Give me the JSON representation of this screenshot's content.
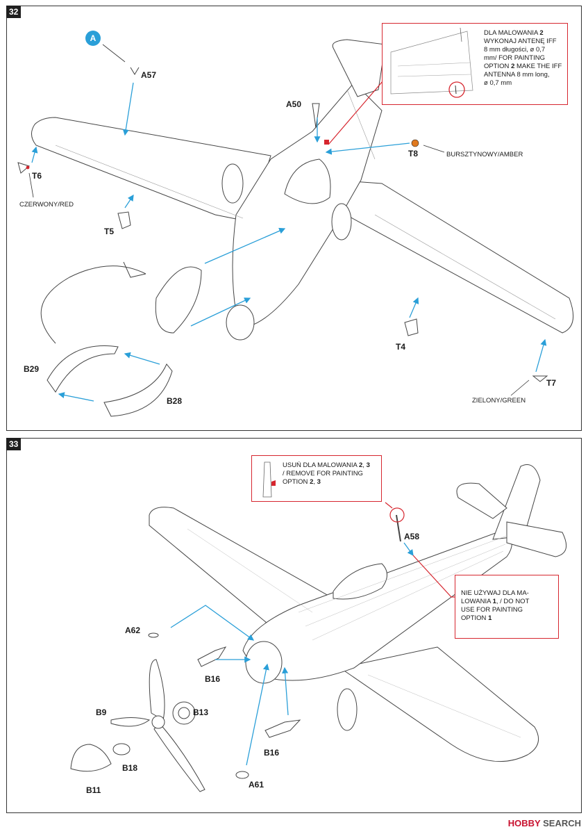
{
  "steps": {
    "step32": {
      "number": "32",
      "callout_A": "A",
      "parts": {
        "A57": "A57",
        "A50": "A50",
        "T8": "T8",
        "T6": "T6",
        "T5": "T5",
        "T4": "T4",
        "T7": "T7",
        "B29": "B29",
        "B28": "B28"
      },
      "colors": {
        "amber": "BURSZTYNOWY/AMBER",
        "red": "CZERWONY/RED",
        "green": "ZIELONY/GREEN"
      },
      "note": {
        "l1a": "DLA MALOWANIA ",
        "l1b": "2",
        "l2": "WYKONAJ ANTENĘ IFF",
        "l3": "8 mm długości, ø 0,7",
        "l4a": "mm/ FOR PAINTING",
        "l5a": "OPTION ",
        "l5b": "2",
        "l5c": " MAKE THE IFF",
        "l6": "ANTENNA   8 mm long,",
        "l7": "ø 0,7 mm"
      }
    },
    "step33": {
      "number": "33",
      "parts": {
        "A58": "A58",
        "A62": "A62",
        "B16a": "B16",
        "B16b": "B16",
        "B9": "B9",
        "B13": "B13",
        "B18": "B18",
        "B11": "B11",
        "A61": "A61"
      },
      "note_remove": {
        "l1a": "USUŃ DLA MALOWANIA ",
        "l1b": "2",
        "l1c": ", ",
        "l1d": "3",
        "l2": "/ REMOVE FOR PAINTING",
        "l3a": "OPTION ",
        "l3b": "2",
        "l3c": ", ",
        "l3d": "3"
      },
      "note_not_use": {
        "l1": "NIE UŻYWAJ DLA MA-",
        "l2a": "LOWANIA ",
        "l2b": "1",
        "l2c": ", / DO NOT",
        "l3": "USE FOR PAINTING",
        "l4a": "OPTION ",
        "l4b": "1"
      }
    }
  },
  "watermark": {
    "brand_a": "H",
    "brand_b": "OBBY",
    "brand_c": " SEARCH"
  },
  "palette": {
    "arrow_blue": "#2a9fd8",
    "callout_red": "#d6252e",
    "amber": "#e07a20"
  }
}
